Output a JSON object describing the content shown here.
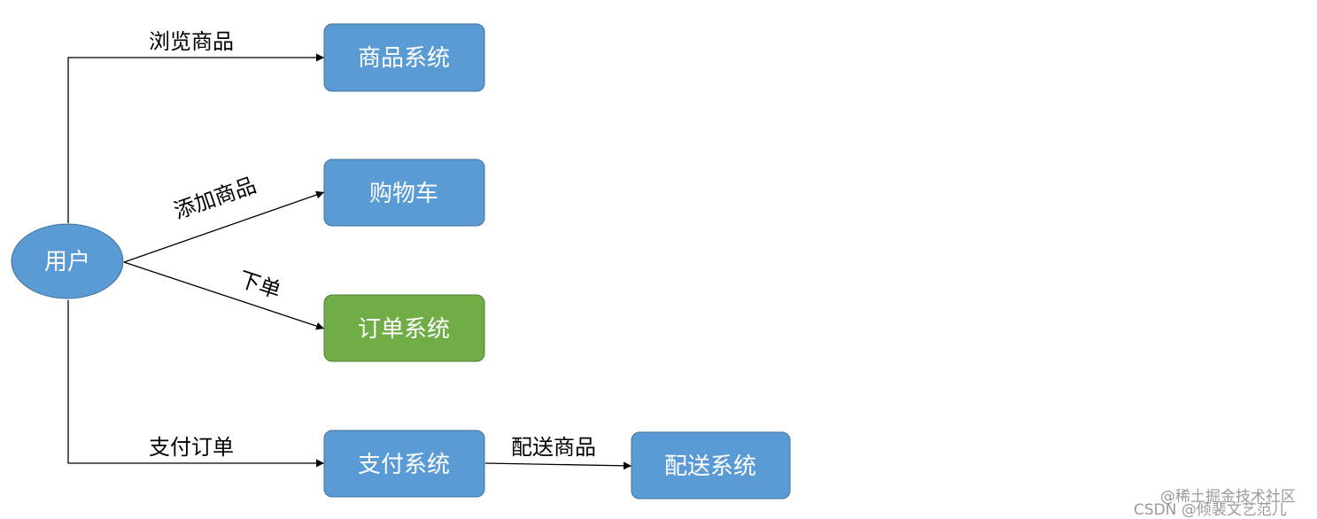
{
  "user": {
    "label": "用户"
  },
  "nodes": {
    "product": {
      "label": "商品系统",
      "color": "#5b9bd5"
    },
    "cart": {
      "label": "购物车",
      "color": "#5b9bd5"
    },
    "order": {
      "label": "订单系统",
      "color": "#70ad47"
    },
    "payment": {
      "label": "支付系统",
      "color": "#5b9bd5"
    },
    "delivery": {
      "label": "配送系统",
      "color": "#5b9bd5"
    }
  },
  "edges": {
    "browse": {
      "label": "浏览商品"
    },
    "add": {
      "label": "添加商品"
    },
    "place_order": {
      "label": "下单"
    },
    "pay": {
      "label": "支付订单"
    },
    "deliver": {
      "label": "配送商品"
    }
  },
  "watermarks": {
    "line1": "@稀土掘金技术社区",
    "line2": "CSDN @倾裴文艺范儿"
  }
}
